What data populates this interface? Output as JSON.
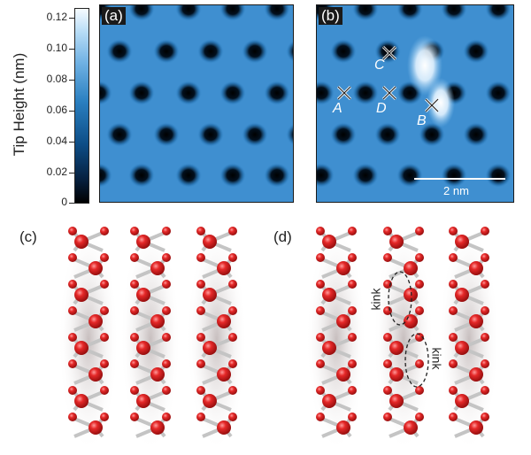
{
  "colorbar": {
    "label": "Tip Height (nm)",
    "ticks": [
      "0.12",
      "0.10",
      "0.08",
      "0.06",
      "0.04",
      "0.02",
      "0"
    ],
    "range": [
      0,
      0.125
    ]
  },
  "panels": {
    "a": "(a)",
    "b": "(b)",
    "c": "(c)",
    "d": "(d)"
  },
  "points": {
    "A": "A",
    "B": "B",
    "C": "C",
    "D": "D"
  },
  "scale_bar": "2 nm",
  "kink_labels": [
    "kink",
    "kink"
  ],
  "colors": {
    "terrace": "#3f8fd0",
    "hole": "#000000",
    "atom": "#d81e1e",
    "bond": "#b9b9b9"
  }
}
